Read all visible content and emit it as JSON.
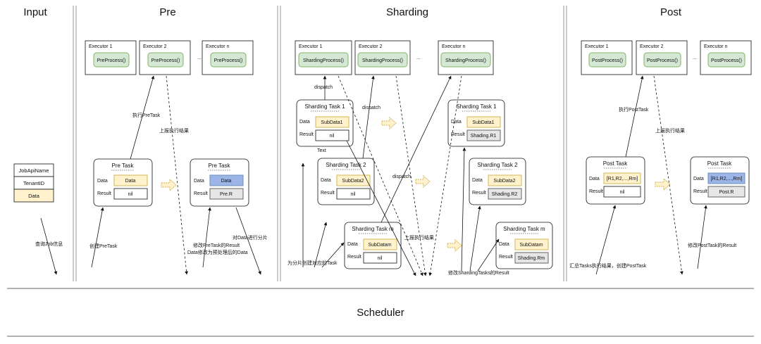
{
  "sections": {
    "input": "Input",
    "pre": "Pre",
    "sharding": "Sharding",
    "post": "Post",
    "scheduler": "Scheduler"
  },
  "input_fields": [
    "JobApiName",
    "TenantID",
    "Data"
  ],
  "pre": {
    "executors": [
      {
        "name": "Executor 1",
        "process": "PreProcess()"
      },
      {
        "name": "Executor 2",
        "process": "PreProcess()"
      },
      {
        "name": "Executor n",
        "process": "PreProcess()"
      }
    ],
    "ellipsis": "...",
    "task_before": {
      "title": "Pre Task",
      "data_label": "Data",
      "data_value": "Data",
      "result_label": "Result",
      "result_value": "nil"
    },
    "task_after": {
      "title": "Pre Task",
      "data_label": "Data",
      "data_value": "Data",
      "result_label": "Result",
      "result_value": "Pre.R"
    },
    "labels": {
      "exec_pretask": "执行PreTask",
      "report_result": "上报执行结果",
      "query_job": "查询Job信息",
      "create_pretask": "创建PreTask",
      "modify_result": "修改PreTask的Result",
      "modify_data": "Data修改为预处理后的Data",
      "shard_data": "对Data进行分片"
    }
  },
  "sharding": {
    "executors": [
      {
        "name": "Executor 1",
        "process": "ShardingProcess()"
      },
      {
        "name": "Executor 2",
        "process": "ShardingProcess()"
      },
      {
        "name": "Executor n",
        "process": "ShardingProcess()"
      }
    ],
    "ellipsis": "...",
    "tasks_before": [
      {
        "title": "Sharding Task 1",
        "data_label": "Data",
        "data_value": "SubData1",
        "result_label": "Result",
        "result_value": "nil"
      },
      {
        "title": "Sharding Task 2",
        "data_label": "Data",
        "data_value": "SubData2",
        "result_label": "Result",
        "result_value": "nil"
      },
      {
        "title": "Sharding Task m",
        "data_label": "Data",
        "data_value": "SubDatam",
        "result_label": "Result",
        "result_value": "nil"
      }
    ],
    "tasks_after": [
      {
        "title": "Sharding Task 1",
        "data_label": "Data",
        "data_value": "SubData1",
        "result_label": "Result",
        "result_value": "Shading.R1"
      },
      {
        "title": "Sharding Task 2",
        "data_label": "Data",
        "data_value": "SubData2",
        "result_label": "Result",
        "result_value": "Shading.R2"
      },
      {
        "title": "Sharding Task m",
        "data_label": "Data",
        "data_value": "SubDatam",
        "result_label": "Result",
        "result_value": "Shading.Rm"
      }
    ],
    "labels": {
      "dispatch1": "dispatch",
      "dispatch2": "dispatch",
      "dispatch3": "dispatch",
      "text": "Text",
      "create_tasks": "为分片创建对应的Task",
      "report_result": "上报执行结果",
      "modify_result": "修改ShardingTasks的Result"
    }
  },
  "post": {
    "executors": [
      {
        "name": "Executor 1",
        "process": "PostProcess()"
      },
      {
        "name": "Executor 2",
        "process": "PostProcess()"
      },
      {
        "name": "Executor n",
        "process": "PostProcess()"
      }
    ],
    "ellipsis": "...",
    "task_before": {
      "title": "Post Task",
      "data_label": "Data",
      "data_value": "[R1,R2,...,Rm]",
      "result_label": "Result",
      "result_value": "nil"
    },
    "task_after": {
      "title": "Post Task",
      "data_label": "Data",
      "data_value": "[R1,R2,...,Rm]",
      "result_label": "Result",
      "result_value": "Post.R"
    },
    "labels": {
      "exec_posttask": "执行PostTask",
      "report_result": "上报执行结果",
      "aggregate": "汇总Tasks执行结果，创建PostTask",
      "modify_result": "修改PostTask的Result"
    }
  },
  "colors": {
    "process_fill": "#d5e8d4",
    "process_stroke": "#82b366",
    "data_fill": "#fff2cc",
    "data_stroke": "#d6b656",
    "data_blue": "#9db5e6",
    "result_gray": "#e6e6e6",
    "divider": "#999999"
  }
}
